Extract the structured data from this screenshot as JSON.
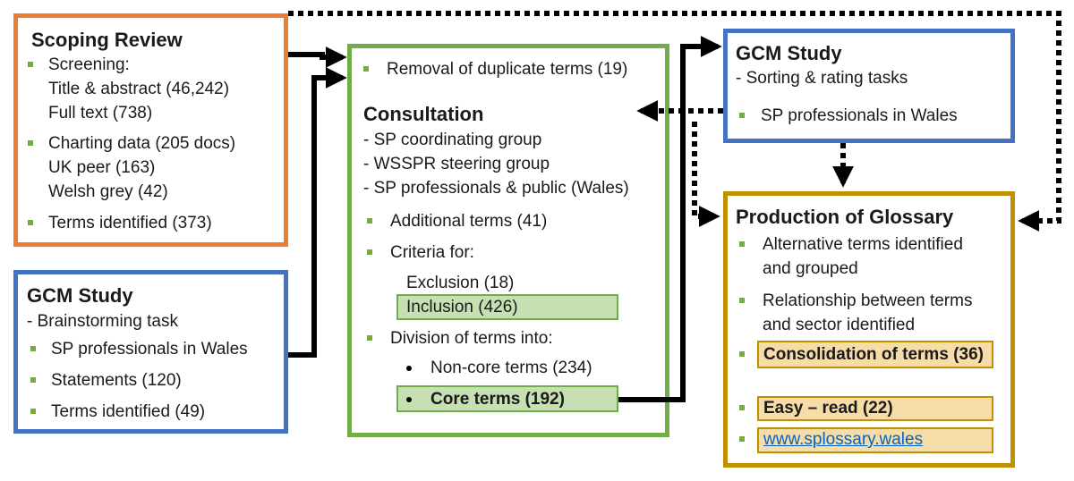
{
  "scoping_review": {
    "title": "Scoping Review",
    "screening": "Screening:",
    "title_abstract": "Title & abstract (46,242)",
    "full_text": "Full text (738)",
    "charting": "Charting data (205 docs)",
    "uk_peer": "UK peer (163)",
    "welsh_grey": "Welsh grey (42)",
    "terms": "Terms identified (373)"
  },
  "gcm_brainstorm": {
    "title": "GCM Study",
    "task": "- Brainstorming task",
    "participants": "SP professionals in Wales",
    "statements": "Statements (120)",
    "terms": "Terms identified (49)"
  },
  "consultation": {
    "removal": "Removal of duplicate terms (19)",
    "title": "Consultation",
    "groups": [
      "- SP coordinating group",
      "-  WSSPR steering group",
      "- SP professionals & public (Wales)"
    ],
    "additional": "Additional terms (41)",
    "criteria": "Criteria for:",
    "exclusion": "Exclusion (18)",
    "inclusion": "Inclusion (426)",
    "division": "Division of terms into:",
    "noncore": "Non-core terms (234)",
    "core": "Core terms (192)"
  },
  "gcm_sorting": {
    "title": "GCM Study",
    "task": "- Sorting & rating tasks",
    "participants": "SP professionals in Wales"
  },
  "glossary": {
    "title": "Production of Glossary",
    "alt_terms_1": "Alternative terms identified",
    "alt_terms_2": "and grouped",
    "relationship_1": "Relationship between terms",
    "relationship_2": "and sector identified",
    "consolidation": "Consolidation of terms (36)",
    "easy_read": "Easy – read (22)",
    "website": "www.splossary.wales"
  },
  "colors": {
    "scoping_border": "#ED7D31",
    "gcm_border": "#4472C4",
    "consultation_border": "#70AD47",
    "glossary_border": "#BF9000",
    "bullet": "#70AD47",
    "link": "#0563C1"
  }
}
